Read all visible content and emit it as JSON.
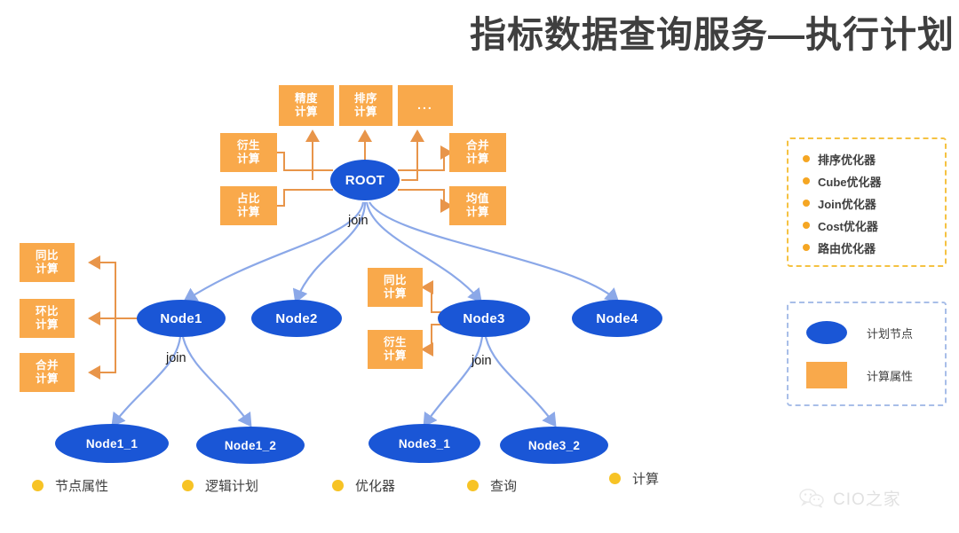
{
  "header": {
    "title": "指标数据查询服务—执行计划"
  },
  "diagram": {
    "root_node": {
      "label": "ROOT"
    },
    "join_labels": [
      {
        "text": "join"
      },
      {
        "text": "join"
      },
      {
        "text": "join"
      }
    ],
    "root_attributes": [
      {
        "label_line1": "精度",
        "label_line2": "计算"
      },
      {
        "label_line1": "排序",
        "label_line2": "计算"
      },
      {
        "label_line1": "...",
        "label_line2": ""
      },
      {
        "label_line1": "衍生",
        "label_line2": "计算"
      },
      {
        "label_line1": "占比",
        "label_line2": "计算"
      },
      {
        "label_line1": "合并",
        "label_line2": "计算"
      },
      {
        "label_line1": "均值",
        "label_line2": "计算"
      }
    ],
    "node1_attributes": [
      {
        "label_line1": "同比",
        "label_line2": "计算"
      },
      {
        "label_line1": "环比",
        "label_line2": "计算"
      },
      {
        "label_line1": "合并",
        "label_line2": "计算"
      }
    ],
    "node3_attributes": [
      {
        "label_line1": "同比",
        "label_line2": "计算"
      },
      {
        "label_line1": "衍生",
        "label_line2": "计算"
      }
    ],
    "plan_nodes_level1": [
      {
        "label": "Node1"
      },
      {
        "label": "Node2"
      },
      {
        "label": "Node3"
      },
      {
        "label": "Node4"
      }
    ],
    "plan_nodes_level2": [
      {
        "label": "Node1_1"
      },
      {
        "label": "Node1_2"
      },
      {
        "label": "Node3_1"
      },
      {
        "label": "Node3_2"
      }
    ]
  },
  "optimizer_panel": {
    "items": [
      {
        "label": "排序优化器"
      },
      {
        "label": "Cube优化器"
      },
      {
        "label": "Join优化器"
      },
      {
        "label": "Cost优化器"
      },
      {
        "label": "路由优化器"
      }
    ]
  },
  "legend_panel": {
    "items": [
      {
        "shape": "ellipse",
        "label": "计划节点"
      },
      {
        "shape": "rect",
        "label": "计算属性"
      }
    ]
  },
  "footer": {
    "items": [
      {
        "label": "节点属性"
      },
      {
        "label": "逻辑计划"
      },
      {
        "label": "优化器"
      },
      {
        "label": "查询"
      },
      {
        "label": "计算"
      }
    ]
  },
  "watermark": {
    "icon": "wechat-icon",
    "text": "CIO之家"
  },
  "colors": {
    "node_blue": "#1A56D6",
    "attr_orange": "#F9A94B",
    "edge_blue": "#8BA8E8",
    "edge_orange": "#E8954A",
    "dash_gold": "#F5C242",
    "dash_blue": "#A8BEE8",
    "text_dark": "#3f3f3f",
    "footer_dot": "#F7C325"
  }
}
